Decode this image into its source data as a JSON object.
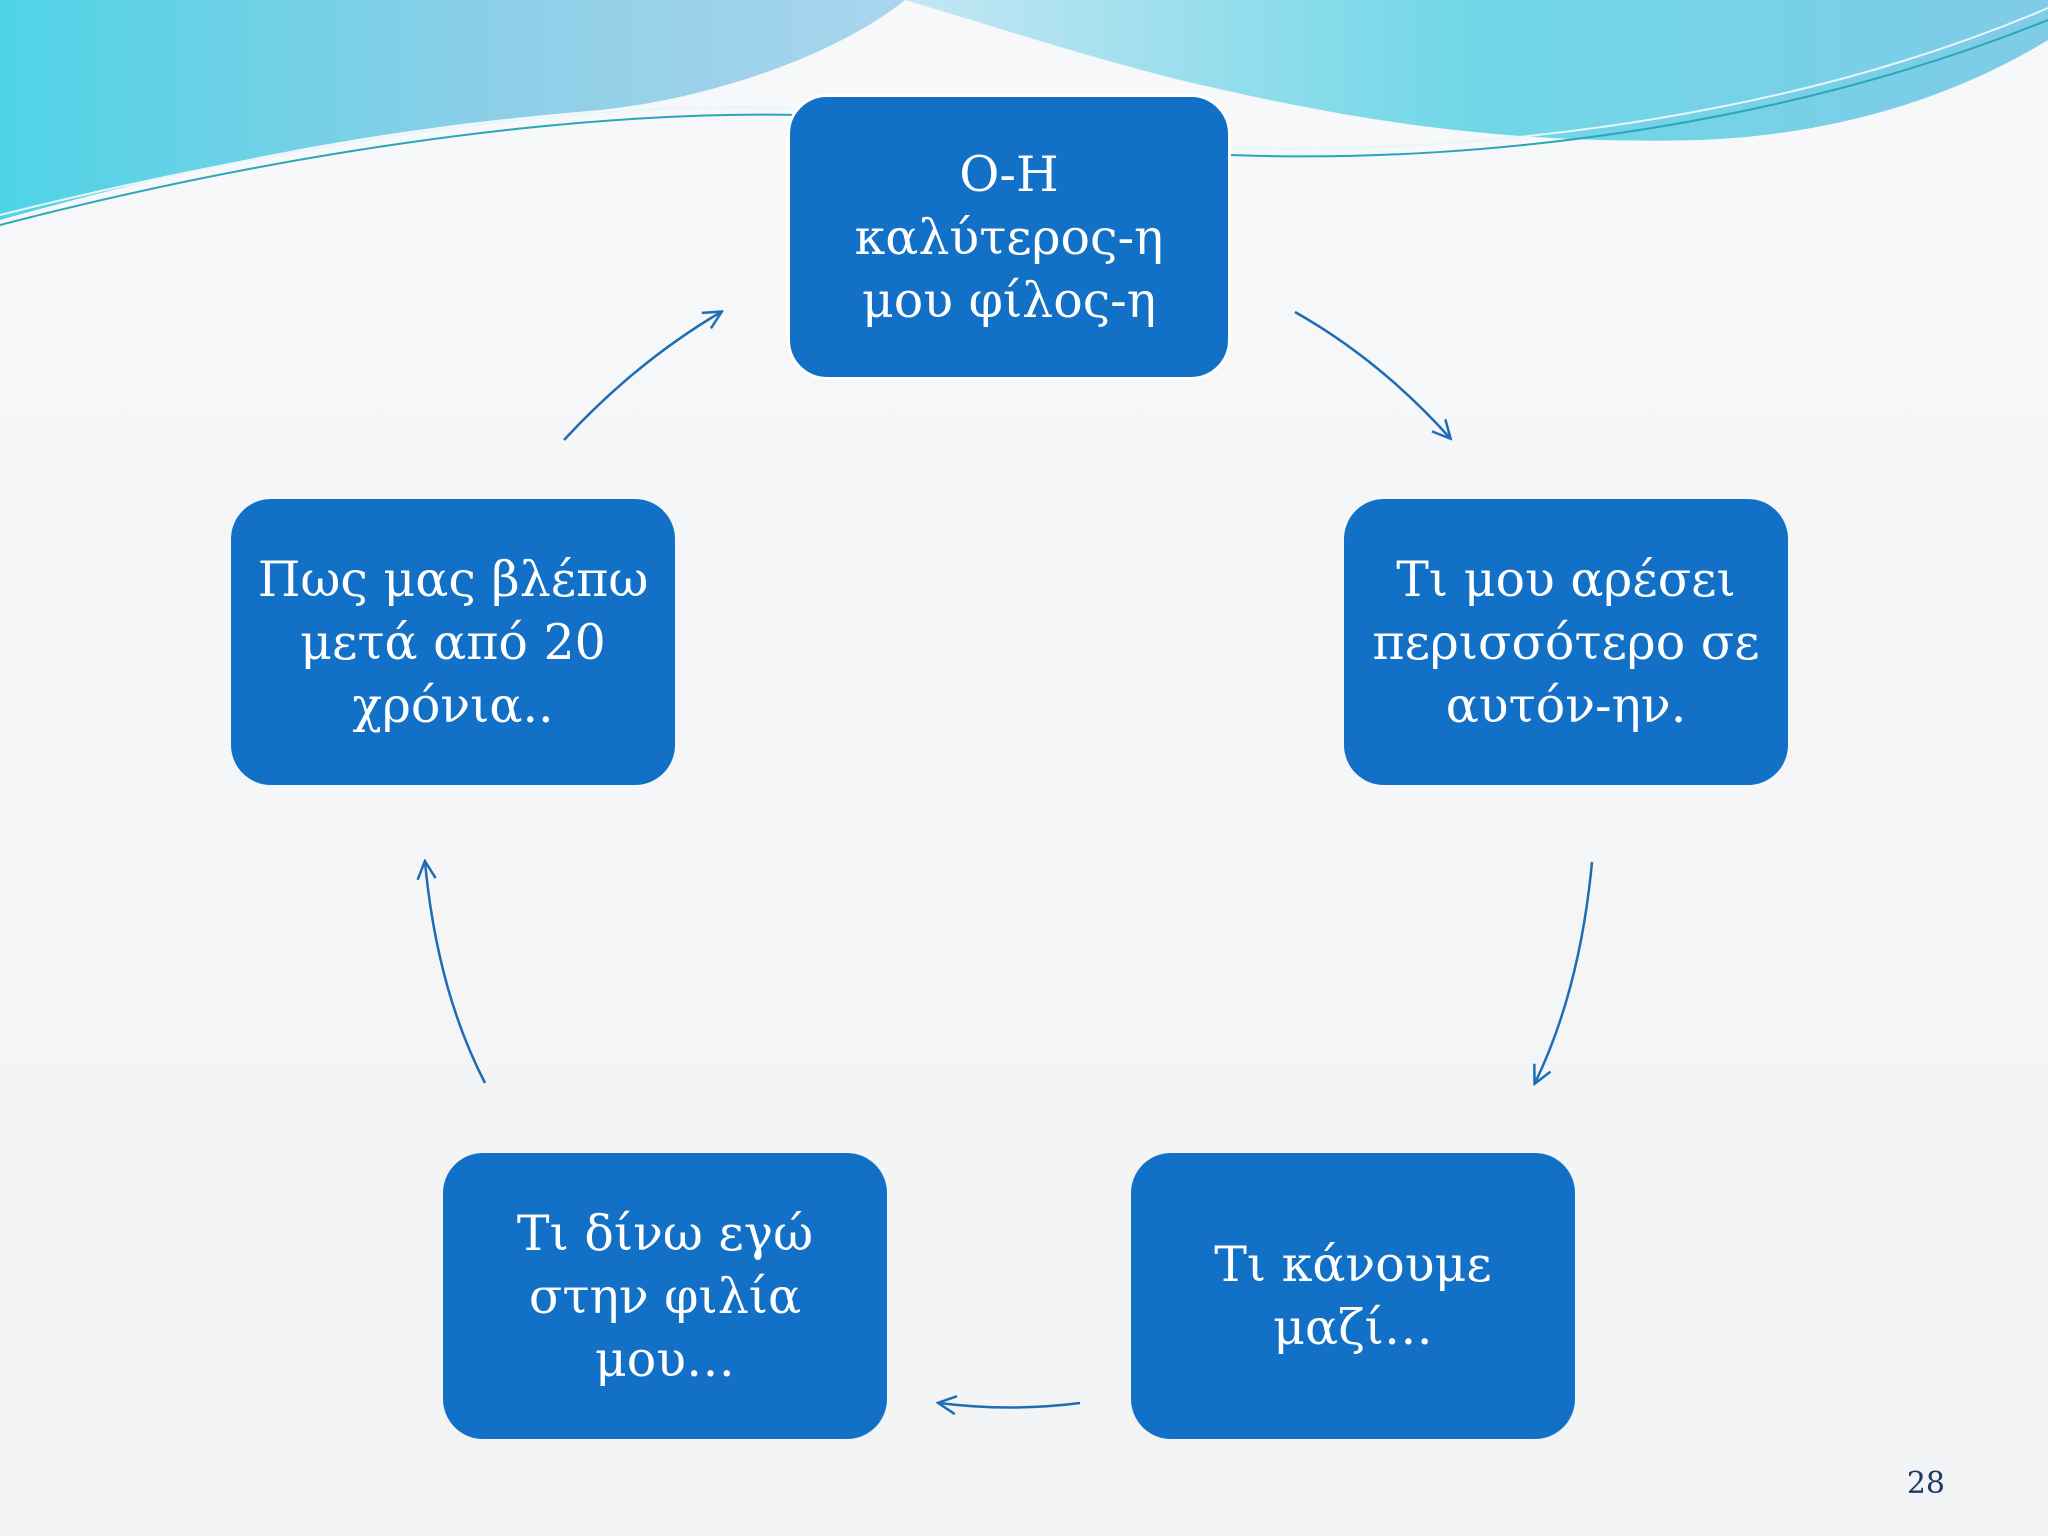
{
  "slide": {
    "page_number": "28"
  },
  "diagram": {
    "nodes": [
      {
        "id": "top",
        "lines": [
          "Ο-Η",
          "καλύτερος-η",
          "μου φίλος-η"
        ]
      },
      {
        "id": "right",
        "lines": [
          "Τι μου αρέσει",
          "περισσότερο σε",
          "αυτόν-ην."
        ]
      },
      {
        "id": "bottom_right",
        "lines": [
          "Τι κάνουμε",
          "μαζί…"
        ]
      },
      {
        "id": "bottom_left",
        "lines": [
          "Τι δίνω εγώ",
          "στην φιλία",
          "μου…"
        ]
      },
      {
        "id": "left",
        "lines": [
          "Πως μας βλέπω",
          "μετά από 20",
          "χρόνια.."
        ]
      }
    ],
    "flow": [
      "top",
      "right",
      "bottom_right",
      "bottom_left",
      "left",
      "top"
    ]
  },
  "colors": {
    "node_fill": "#1270c6",
    "node_text": "#ffffff",
    "arrow": "#1f6cb5",
    "wave_light": "#8fd6ea",
    "wave_teal": "#55cfe0"
  }
}
